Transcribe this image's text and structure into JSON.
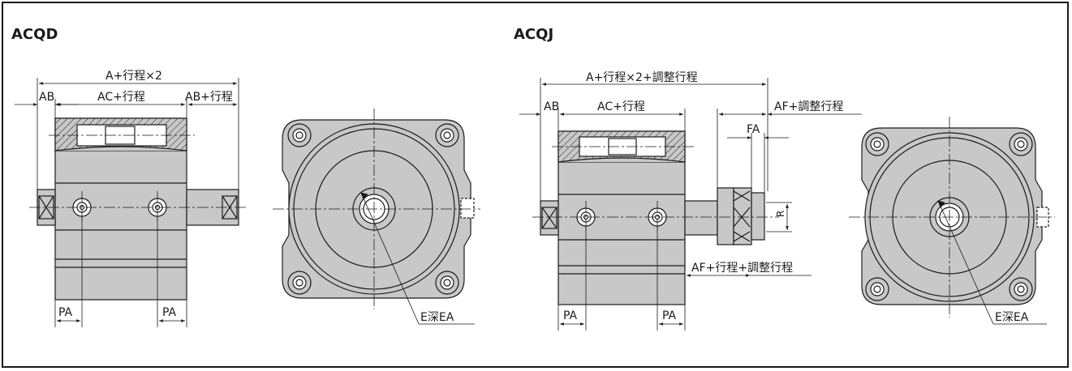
{
  "sections": {
    "left": {
      "title": "ACQD"
    },
    "right": {
      "title": "ACQJ"
    }
  },
  "labels": {
    "acqd": {
      "a_stroke": "A+行程×2",
      "ab_left": "AB",
      "ac_stroke": "AC+行程",
      "ab_stroke": "AB+行程",
      "pa_left": "PA",
      "pa_right": "PA",
      "e_depth": "E深EA"
    },
    "acqj": {
      "a_total": "A+行程×2+調整行程",
      "ab": "AB",
      "ac_stroke": "AC+行程",
      "af_adjust": "AF+調整行程",
      "fa": "FA",
      "r": "R",
      "af_stroke_adjust": "AF+行程+調整行程",
      "pa_left": "PA",
      "pa_right": "PA",
      "e_depth": "E深EA"
    }
  },
  "colors": {
    "body_fill": "#c8c8c8",
    "line": "#1a1a1a",
    "background": "#ffffff"
  }
}
